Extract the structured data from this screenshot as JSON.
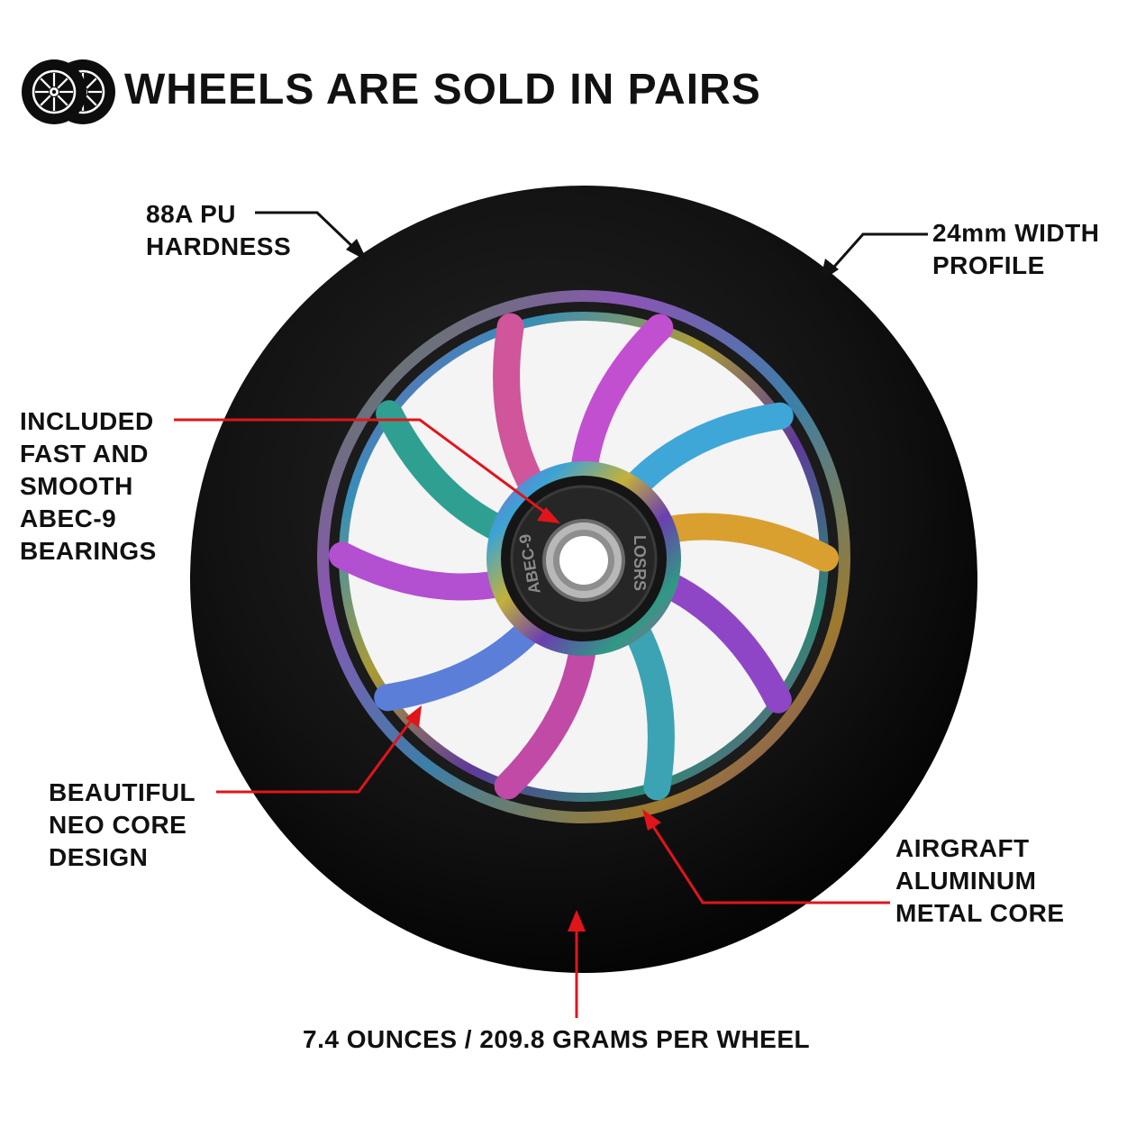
{
  "header": {
    "title": "WHEELS ARE SOLD IN PAIRS"
  },
  "colors": {
    "tire": "#0d0d0d",
    "pointer_black": "#111111",
    "pointer_red": "#e0151b",
    "bearing": "#1a1a1a",
    "bearing_ring": "#9a9a9a"
  },
  "bearing_text": {
    "left": "ABEC-9",
    "right": "LOSRS"
  },
  "callouts": {
    "hardness": [
      "88A PU",
      "HARDNESS"
    ],
    "width": [
      "24mm WIDTH",
      "PROFILE"
    ],
    "bearings": [
      "INCLUDED",
      "FAST AND",
      "SMOOTH",
      "ABEC-9",
      "BEARINGS"
    ],
    "neo_core": [
      "BEAUTIFUL",
      "NEO CORE",
      "DESIGN"
    ],
    "metal_core": [
      "AIRGRAFT",
      "ALUMINUM",
      "METAL CORE"
    ],
    "weight": "7.4 OUNCES / 209.8 GRAMS PER WHEEL"
  },
  "icons": [
    "pair-of-wheels-icon"
  ]
}
